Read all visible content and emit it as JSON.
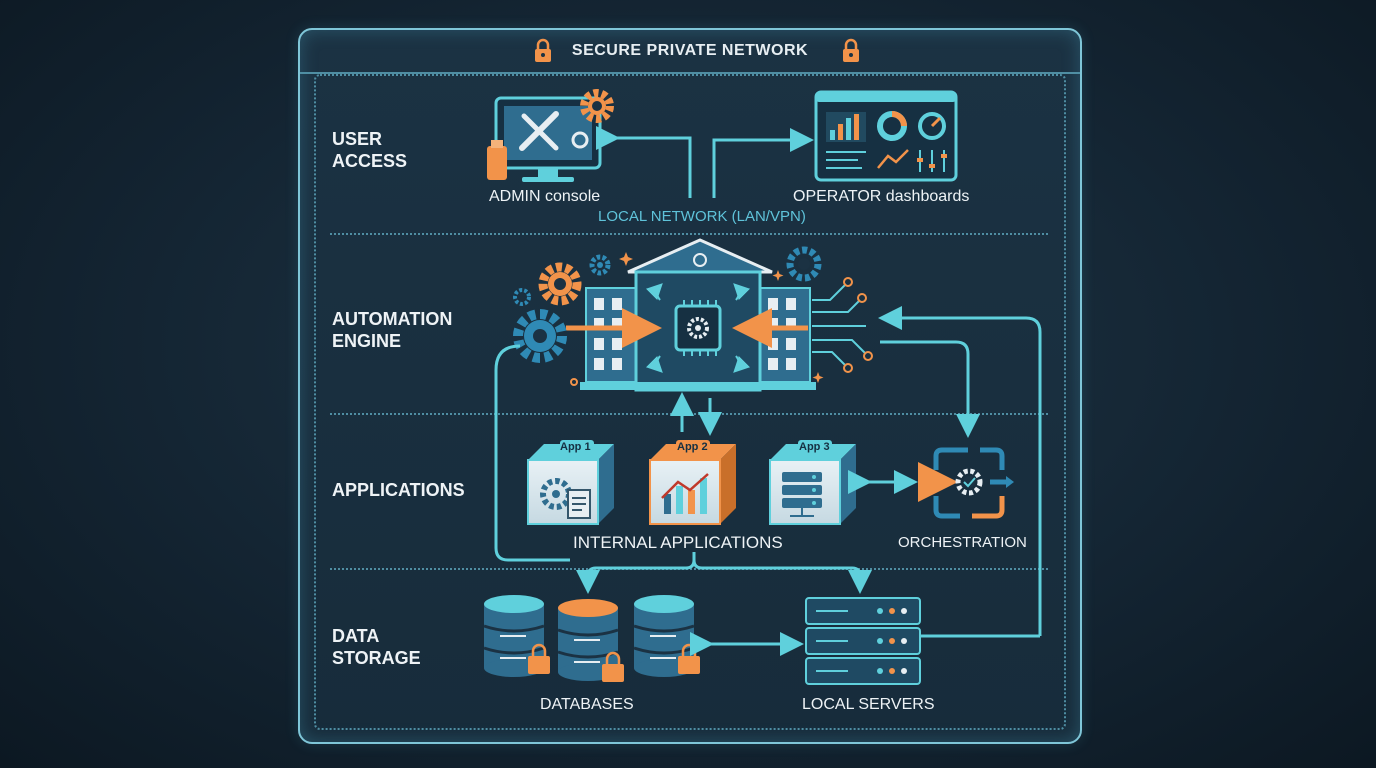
{
  "header": {
    "title": "SECURE PRIVATE NETWORK"
  },
  "rows": {
    "user_access": "USER\nACCESS",
    "automation_engine": "AUTOMATION\nENGINE",
    "applications": "APPLICATIONS",
    "data_storage": "DATA\nSTORAGE"
  },
  "user_access": {
    "admin": "ADMIN console",
    "operator": "OPERATOR dashboards",
    "network": "LOCAL NETWORK (LAN/VPN)"
  },
  "applications": {
    "app1": "App 1",
    "app2": "App 2",
    "app3": "App 3",
    "internal": "INTERNAL APPLICATIONS",
    "orchestration": "ORCHESTRATION"
  },
  "storage": {
    "databases": "DATABASES",
    "servers": "LOCAL SERVERS"
  },
  "colors": {
    "accent_cyan": "#5fd0dc",
    "accent_orange": "#f2934a",
    "background": "#142533",
    "node_blue": "#2f6d8f"
  },
  "icons": [
    "lock-icon",
    "monitor-tools-icon",
    "gear-icon",
    "dashboard-icon",
    "building-icon",
    "chip-icon",
    "cube-icon",
    "chart-icon",
    "server-icon",
    "database-icon",
    "cycle-arrows-icon"
  ]
}
